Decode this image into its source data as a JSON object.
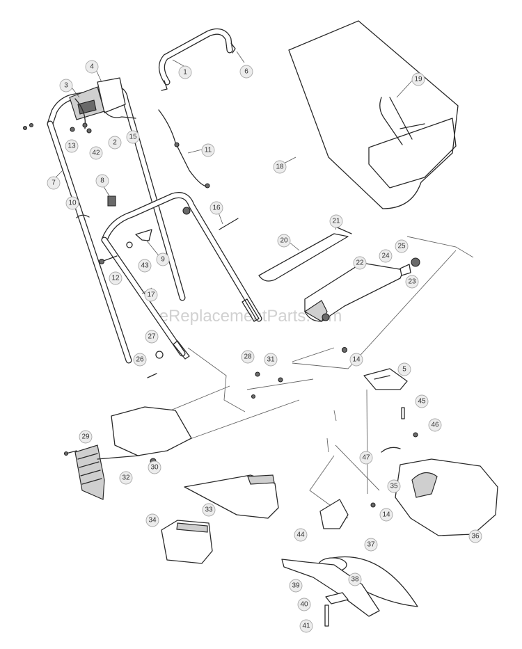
{
  "watermark": "eReplacementParts.com",
  "callouts": [
    "1",
    "2",
    "3",
    "4",
    "5",
    "6",
    "7",
    "8",
    "9",
    "10",
    "11",
    "12",
    "13",
    "14",
    "14",
    "15",
    "16",
    "17",
    "18",
    "19",
    "20",
    "21",
    "22",
    "23",
    "24",
    "25",
    "26",
    "27",
    "28",
    "29",
    "30",
    "31",
    "32",
    "33",
    "34",
    "35",
    "36",
    "37",
    "38",
    "39",
    "40",
    "41",
    "42",
    "43",
    "44",
    "45",
    "46",
    "47"
  ]
}
